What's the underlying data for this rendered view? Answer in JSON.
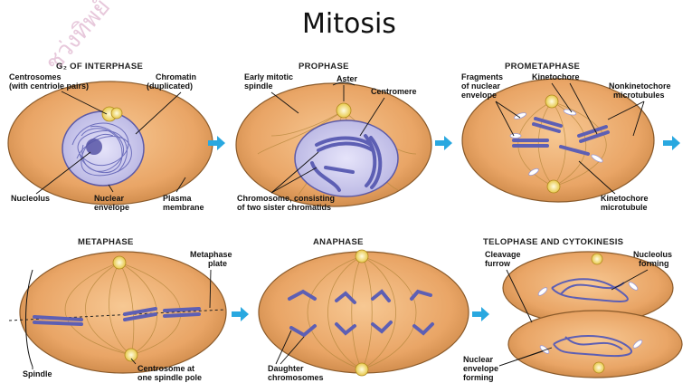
{
  "title": "Mitosis",
  "watermark": "ชว่งทิพย์",
  "colors": {
    "cell": "#e9a566",
    "cellEdge": "#8a5a2a",
    "chromosome": "#6d6fbf",
    "nucleus": "#c9c6ec",
    "arrow": "#29a8e0",
    "centrosome": "#f3e07a"
  },
  "panels": {
    "g2": {
      "heading": "G₂ OF INTERPHASE",
      "labels": {
        "centrosomes": [
          "Centrosomes",
          "(with centriole pairs)"
        ],
        "chromatin": [
          "Chromatin",
          "(duplicated)"
        ],
        "nucleolus": [
          "Nucleolus"
        ],
        "nuclear_envelope": [
          "Nuclear",
          "envelope"
        ],
        "plasma_membrane": [
          "Plasma",
          "membrane"
        ]
      }
    },
    "prophase": {
      "heading": "PROPHASE",
      "labels": {
        "early_spindle": [
          "Early mitotic",
          "spindle"
        ],
        "aster": [
          "Aster"
        ],
        "centromere": [
          "Centromere"
        ],
        "chromosome": [
          "Chromosome, consisting",
          "of two sister chromatids"
        ]
      }
    },
    "prometaphase": {
      "heading": "PROMETAPHASE",
      "labels": {
        "fragments": [
          "Fragments",
          "of nuclear",
          "envelope"
        ],
        "kinetochore": [
          "Kinetochore"
        ],
        "nonkinetochore": [
          "Nonkinetochore",
          "microtubules"
        ],
        "kinetochore_mt": [
          "Kinetochore",
          "microtubule"
        ]
      }
    },
    "metaphase": {
      "heading": "METAPHASE",
      "labels": {
        "plate": [
          "Metaphase",
          "plate"
        ],
        "spindle": [
          "Spindle"
        ],
        "centrosome_pole": [
          "Centrosome at",
          "one spindle pole"
        ]
      }
    },
    "anaphase": {
      "heading": "ANAPHASE",
      "labels": {
        "daughter": [
          "Daughter",
          "chromosomes"
        ]
      }
    },
    "telophase": {
      "heading": "TELOPHASE AND CYTOKINESIS",
      "labels": {
        "cleavage": [
          "Cleavage",
          "furrow"
        ],
        "nucleolus_forming": [
          "Nucleolus",
          "forming"
        ],
        "envelope_forming": [
          "Nuclear",
          "envelope",
          "forming"
        ]
      }
    }
  }
}
